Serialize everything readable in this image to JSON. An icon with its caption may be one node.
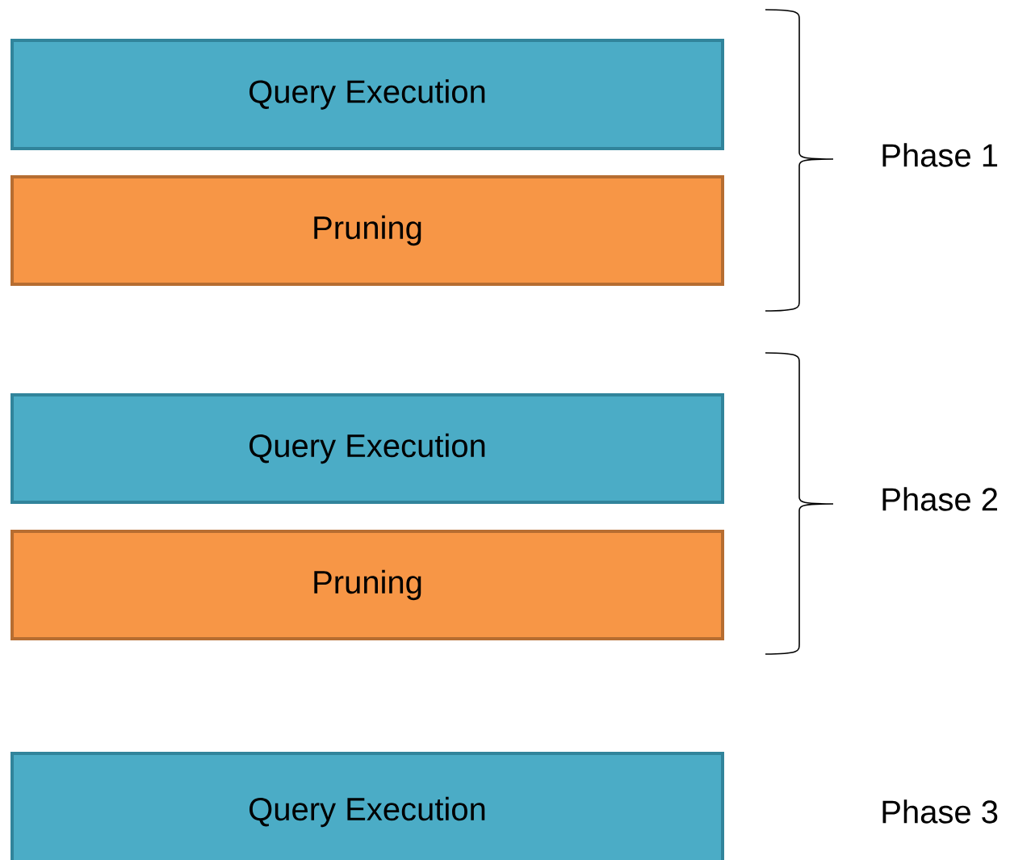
{
  "diagram": {
    "nodes": [
      {
        "text": [
          "Query Execution"
        ]
      },
      {
        "text": [
          "Pruning"
        ]
      },
      {
        "text": [
          "Query Execution"
        ]
      },
      {
        "text": [
          "Pruning"
        ]
      },
      {
        "text": [
          "Query Execution"
        ]
      }
    ],
    "labels": [
      "Phase 1",
      "Phase 2",
      "Phase 3"
    ]
  }
}
